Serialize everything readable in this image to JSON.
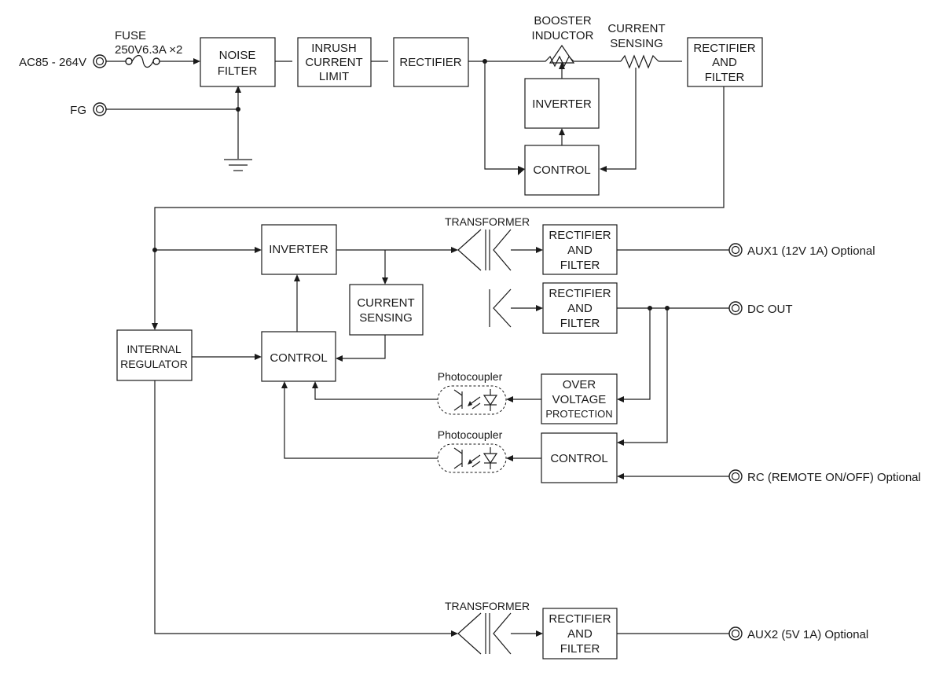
{
  "inputs": {
    "ac_label": "AC85 - 264V",
    "fg_label": "FG",
    "fuse_label": "FUSE",
    "fuse_rating": "250V6.3A ×2"
  },
  "blocks": {
    "noise_filter": [
      "NOISE",
      "FILTER"
    ],
    "inrush": [
      "INRUSH",
      "CURRENT",
      "LIMIT"
    ],
    "rectifier_1": [
      "RECTIFIER"
    ],
    "booster_inductor": [
      "BOOSTER",
      "INDUCTOR"
    ],
    "current_sensing_top": [
      "CURRENT",
      "SENSING"
    ],
    "rectifier_filter_1": [
      "RECTIFIER",
      "AND",
      "FILTER"
    ],
    "inverter_top": [
      "INVERTER"
    ],
    "control_top": [
      "CONTROL"
    ],
    "internal_regulator": [
      "INTERNAL",
      "REGULATOR"
    ],
    "inverter_main": [
      "INVERTER"
    ],
    "current_sensing_main": [
      "CURRENT",
      "SENSING"
    ],
    "control_main": [
      "CONTROL"
    ],
    "transformer_1": "TRANSFORMER",
    "rectifier_filter_aux1": [
      "RECTIFIER",
      "AND",
      "FILTER"
    ],
    "rectifier_filter_dc": [
      "RECTIFIER",
      "AND",
      "FILTER"
    ],
    "ovp": [
      "OVER",
      "VOLTAGE",
      "PROTECTION"
    ],
    "control_rc": [
      "CONTROL"
    ],
    "photocoupler_1": "Photocoupler",
    "photocoupler_2": "Photocoupler",
    "transformer_2": "TRANSFORMER",
    "rectifier_filter_aux2": [
      "RECTIFIER",
      "AND",
      "FILTER"
    ]
  },
  "outputs": {
    "aux1": "AUX1 (12V 1A) Optional",
    "dc_out": "DC OUT",
    "rc": "RC (REMOTE ON/OFF) Optional",
    "aux2": "AUX2 (5V 1A) Optional"
  }
}
